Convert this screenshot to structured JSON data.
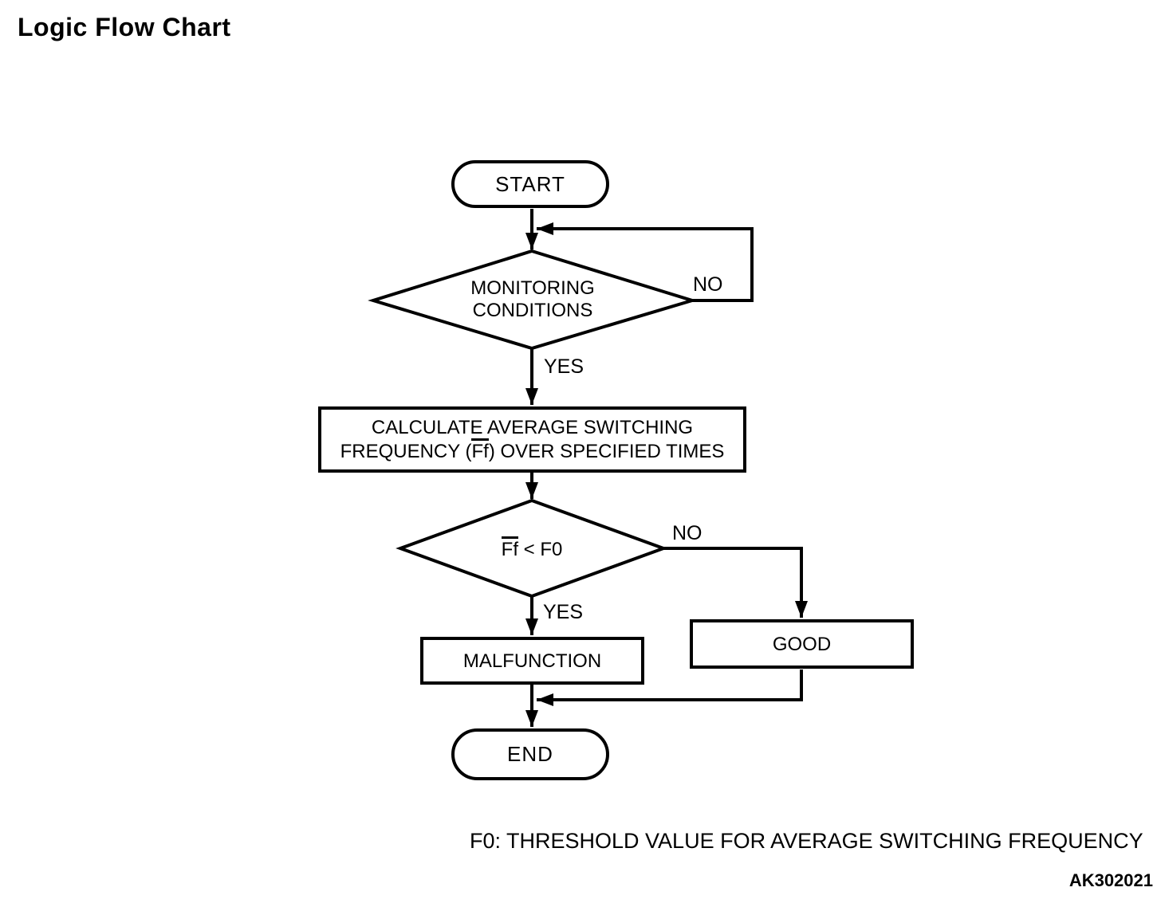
{
  "page": {
    "title": "Logic Flow Chart",
    "footnote": "F0: THRESHOLD VALUE FOR AVERAGE SWITCHING FREQUENCY",
    "figure_code": "AK302021"
  },
  "colors": {
    "ink": "#000000",
    "background": "#ffffff"
  },
  "flowchart": {
    "start_label": "START",
    "end_label": "END",
    "decision_monitoring": {
      "line1": "MONITORING",
      "line2": "CONDITIONS",
      "no_label": "NO",
      "yes_label": "YES"
    },
    "process_calculate": {
      "line1": "CALCULATE AVERAGE SWITCHING",
      "line2_prefix": "FREQUENCY (",
      "line2_overlined": "Ff",
      "line2_suffix": ") OVER SPECIFIED TIMES"
    },
    "decision_threshold": {
      "overlined": "Ff",
      "condition_rest": " < F0",
      "no_label": "NO",
      "yes_label": "YES"
    },
    "malfunction_label": "MALFUNCTION",
    "good_label": "GOOD"
  }
}
